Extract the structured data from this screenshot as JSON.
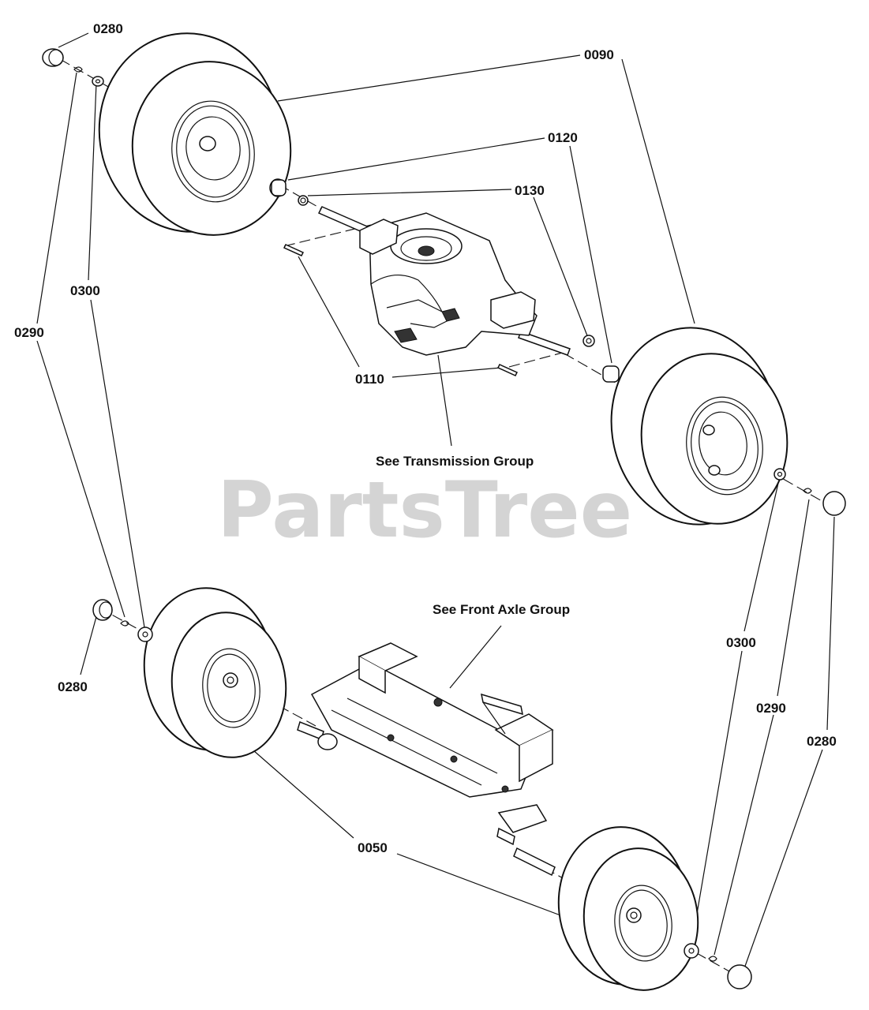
{
  "watermark": {
    "text": "PartsTree",
    "trademark": "™"
  },
  "callouts": {
    "0280_top": "0280",
    "0090": "0090",
    "0120": "0120",
    "0130": "0130",
    "0300_left": "0300",
    "0290_left": "0290",
    "0110": "0110",
    "0280_left": "0280",
    "0300_right": "0300",
    "0290_right": "0290",
    "0280_right": "0280",
    "0050": "0050"
  },
  "notes": {
    "transmission": "See Transmission Group",
    "front_axle": "See Front Axle Group"
  }
}
